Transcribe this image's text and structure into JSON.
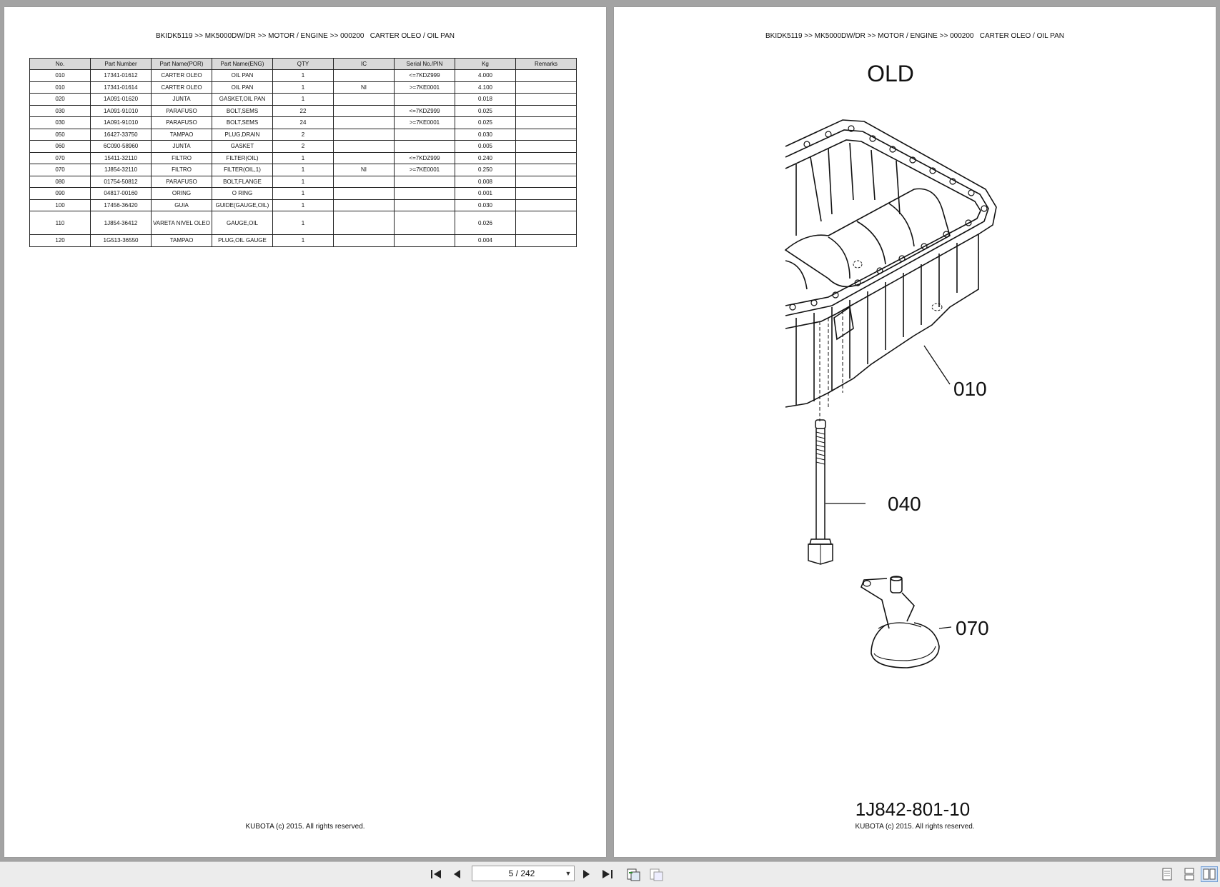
{
  "document": {
    "header_text": "BKIDK5119 >> MK5000DW/DR >> MOTOR / ENGINE >> 000200   CARTER OLEO / OIL PAN",
    "footer_text": "KUBOTA (c) 2015. All rights reserved."
  },
  "parts_table": {
    "columns": [
      "No.",
      "Part Number",
      "Part Name(POR)",
      "Part Name(ENG)",
      "QTY",
      "IC",
      "Serial No./PIN",
      "Kg",
      "Remarks"
    ],
    "rows": [
      [
        "010",
        "17341-01612",
        "CARTER OLEO",
        "OIL PAN",
        "1",
        "",
        "<=7KDZ999",
        "4.000",
        ""
      ],
      [
        "010",
        "17341-01614",
        "CARTER OLEO",
        "OIL PAN",
        "1",
        "NI",
        ">=7KE0001",
        "4.100",
        ""
      ],
      [
        "020",
        "1A091-01620",
        "JUNTA",
        "GASKET,OIL PAN",
        "1",
        "",
        "",
        "0.018",
        ""
      ],
      [
        "030",
        "1A091-91010",
        "PARAFUSO",
        "BOLT,SEMS",
        "22",
        "",
        "<=7KDZ999",
        "0.025",
        ""
      ],
      [
        "030",
        "1A091-91010",
        "PARAFUSO",
        "BOLT,SEMS",
        "24",
        "",
        ">=7KE0001",
        "0.025",
        ""
      ],
      [
        "050",
        "16427-33750",
        "TAMPAO",
        "PLUG,DRAIN",
        "2",
        "",
        "",
        "0.030",
        ""
      ],
      [
        "060",
        "6C090-58960",
        "JUNTA",
        "GASKET",
        "2",
        "",
        "",
        "0.005",
        ""
      ],
      [
        "070",
        "15411-32110",
        "FILTRO",
        "FILTER(OIL)",
        "1",
        "",
        "<=7KDZ999",
        "0.240",
        ""
      ],
      [
        "070",
        "1J854-32110",
        "FILTRO",
        "FILTER(OIL,1)",
        "1",
        "NI",
        ">=7KE0001",
        "0.250",
        ""
      ],
      [
        "080",
        "01754-50812",
        "PARAFUSO",
        "BOLT,FLANGE",
        "1",
        "",
        "",
        "0.008",
        ""
      ],
      [
        "090",
        "04817-00160",
        "ORING",
        "O RING",
        "1",
        "",
        "",
        "0.001",
        ""
      ],
      [
        "100",
        "17456-36420",
        "GUIA",
        "GUIDE(GAUGE,OIL)",
        "1",
        "",
        "",
        "0.030",
        ""
      ],
      [
        "110",
        "1J854-36412",
        "VARETA NIVEL OLEO",
        "GAUGE,OIL",
        "1",
        "",
        "",
        "0.026",
        ""
      ],
      [
        "120",
        "1G513-36550",
        "TAMPAO",
        "PLUG,OIL GAUGE",
        "1",
        "",
        "",
        "0.004",
        ""
      ]
    ]
  },
  "diagram": {
    "title": "OLD",
    "callout_010": "010",
    "callout_040": "040",
    "callout_070": "070",
    "drawing_number": "1J842-801-10"
  },
  "toolbar": {
    "page_indicator": "5 / 242",
    "icons": [
      "first-page-icon",
      "prev-page-icon",
      "next-page-icon",
      "last-page-icon",
      "copy-page-icon",
      "paste-page-icon",
      "single-page-view-icon",
      "continuous-view-icon",
      "two-page-view-icon"
    ]
  }
}
